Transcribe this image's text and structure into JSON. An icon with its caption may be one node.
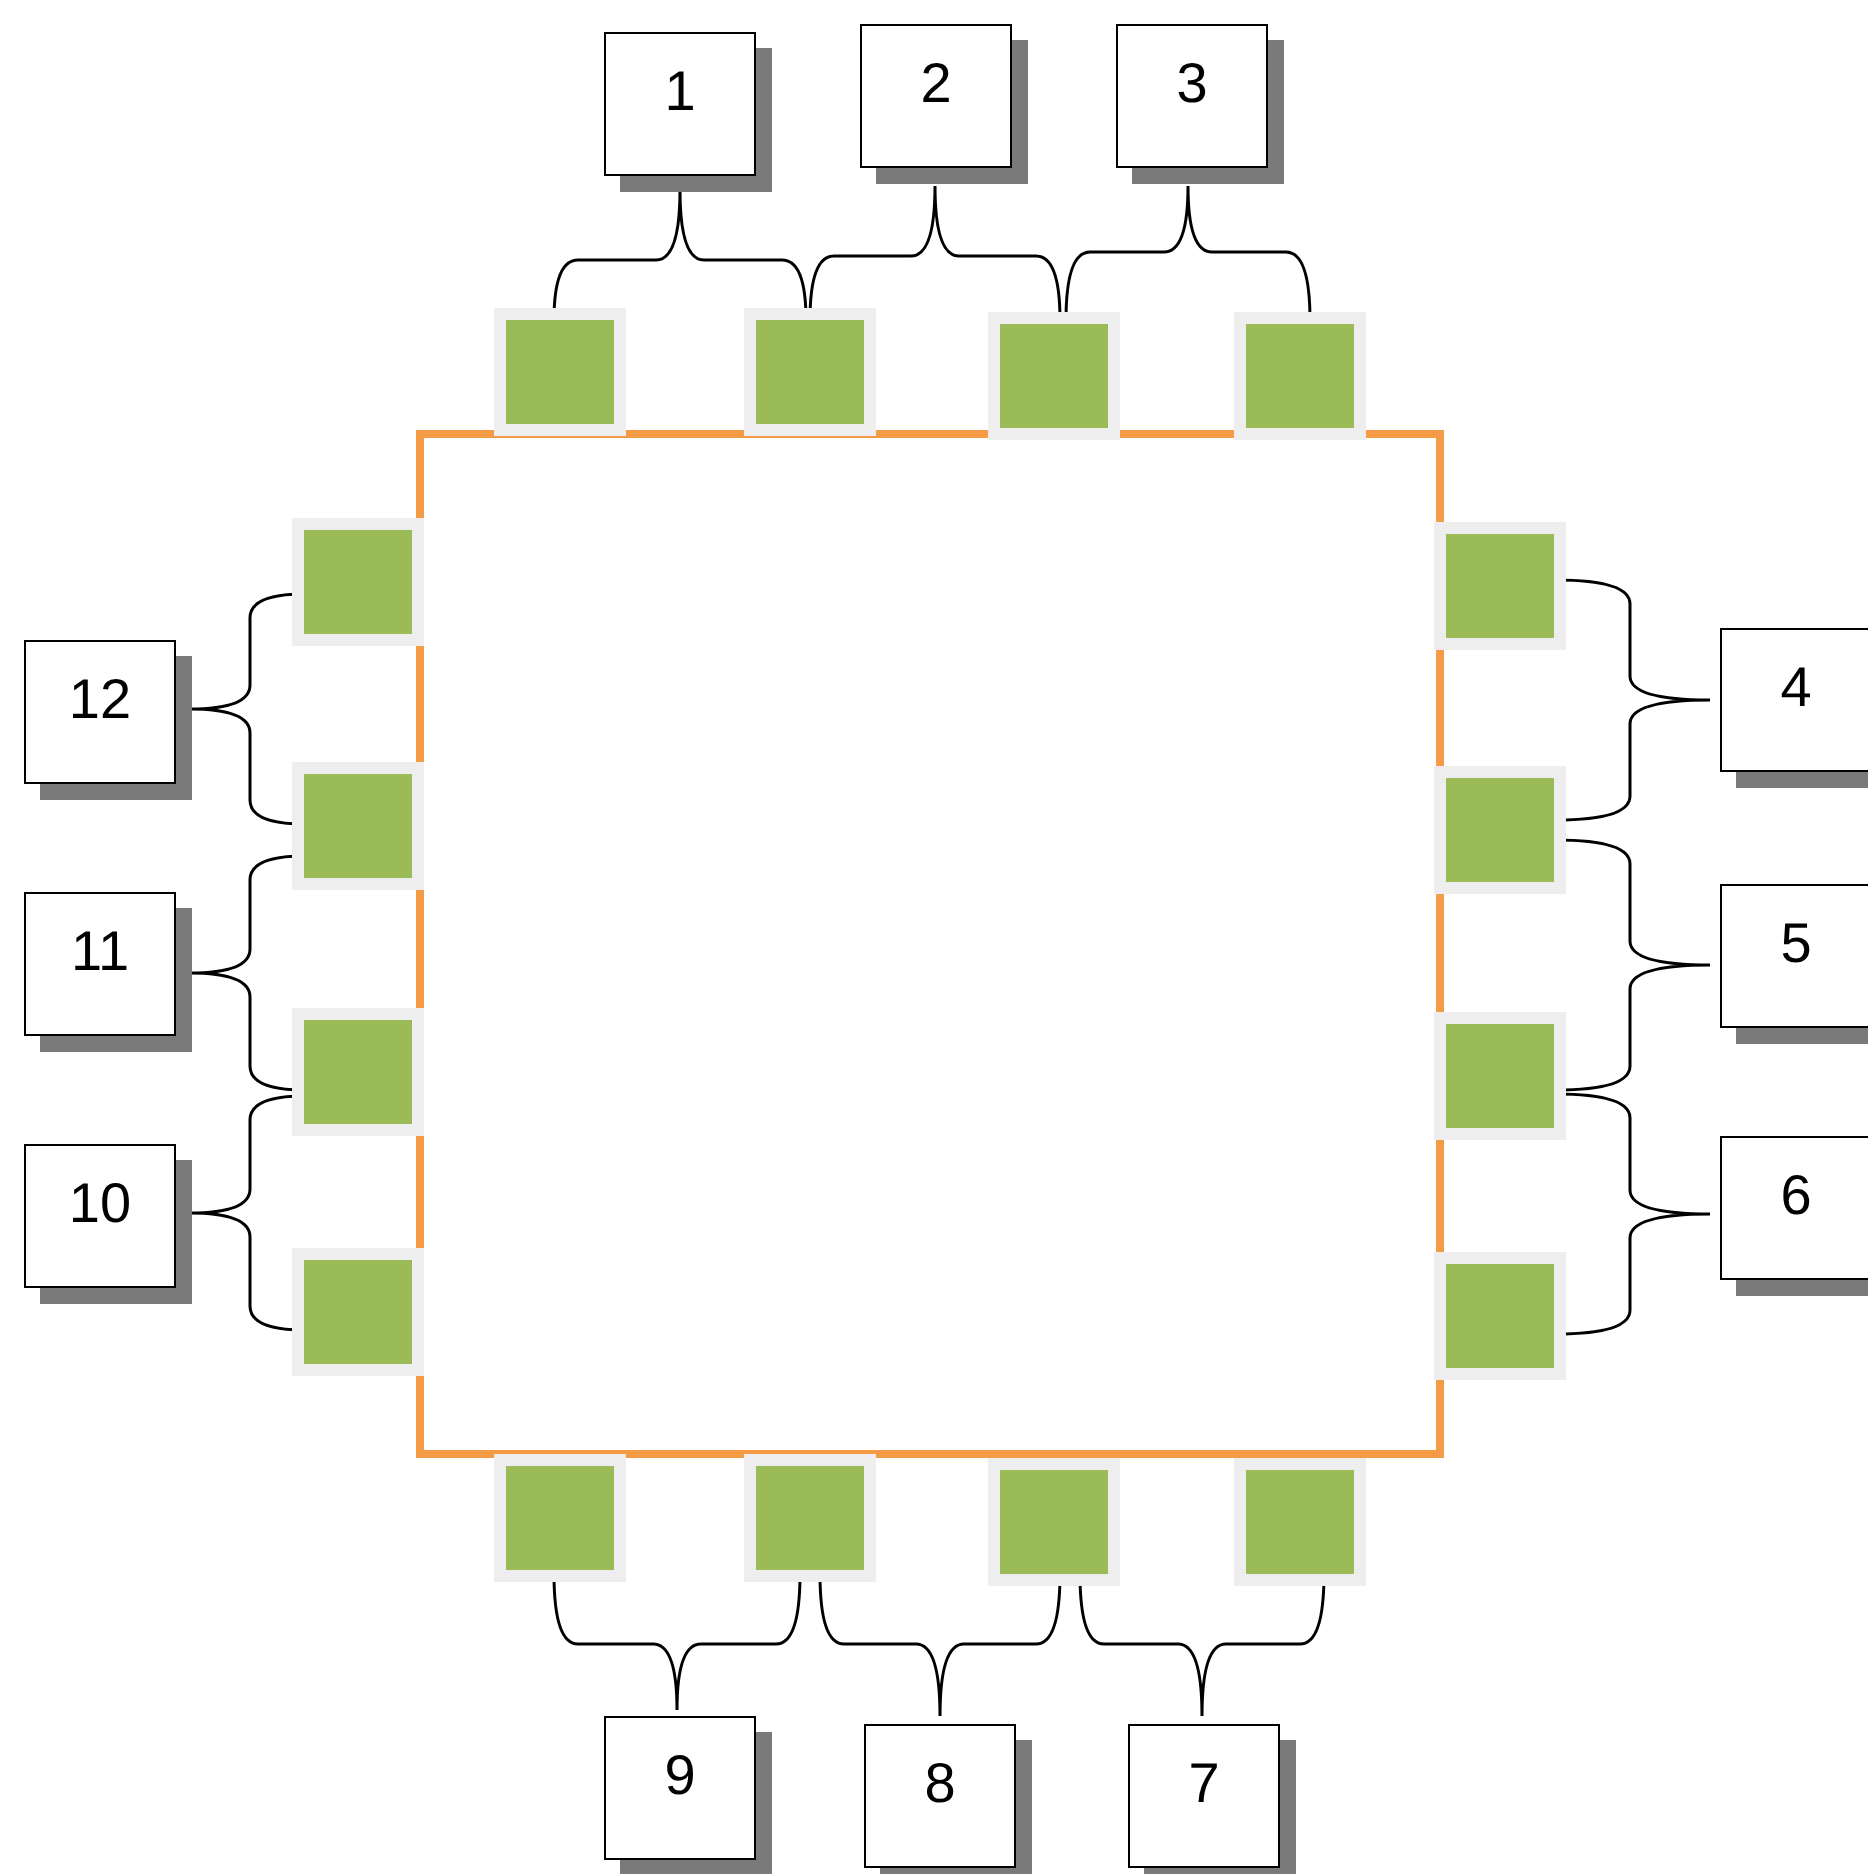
{
  "diagram": {
    "nodes": [
      {
        "text": [
          "1"
        ]
      },
      {
        "text": [
          "2"
        ]
      },
      {
        "text": [
          "3"
        ]
      },
      {
        "text": [
          "4"
        ]
      },
      {
        "text": [
          "5"
        ]
      },
      {
        "text": [
          "6"
        ]
      },
      {
        "text": [
          "7"
        ]
      },
      {
        "text": [
          "8"
        ]
      },
      {
        "text": [
          "9"
        ]
      },
      {
        "text": [
          "10"
        ]
      },
      {
        "text": [
          "11"
        ]
      },
      {
        "text": [
          "12"
        ]
      },
      {
        "text": [],
        "shape": "box"
      },
      {
        "text": [],
        "shape": "box"
      },
      {
        "text": [],
        "shape": "box"
      },
      {
        "text": [],
        "shape": "box"
      },
      {
        "text": [],
        "shape": "box"
      },
      {
        "text": [],
        "shape": "box"
      },
      {
        "text": [],
        "shape": "box"
      },
      {
        "text": [],
        "shape": "box"
      },
      {
        "text": [],
        "shape": "box"
      },
      {
        "text": [],
        "shape": "box"
      },
      {
        "text": [],
        "shape": "box"
      },
      {
        "text": [],
        "shape": "box"
      },
      {
        "text": [],
        "shape": "box"
      },
      {
        "text": [],
        "shape": "box"
      },
      {
        "text": [],
        "shape": "box"
      },
      {
        "text": [],
        "shape": "box"
      },
      {
        "text": [],
        "shape": "box"
      }
    ]
  }
}
